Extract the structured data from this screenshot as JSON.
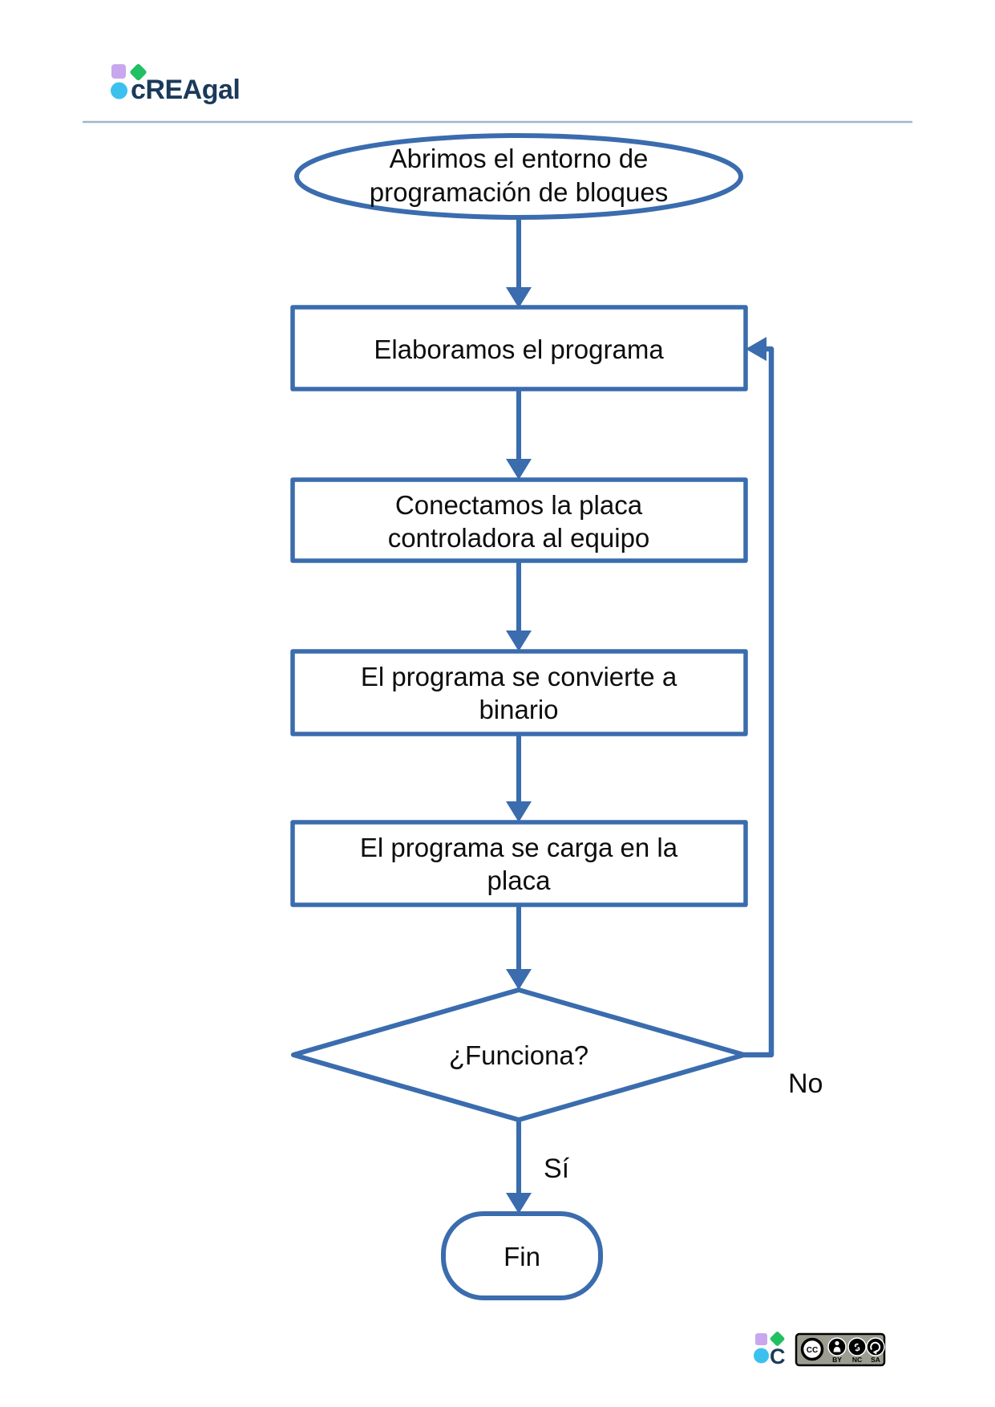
{
  "header": {
    "brand": "cREAgal"
  },
  "palette": {
    "accent_blue": "#3a6cae",
    "rule_blue_gray": "#a3b4ca",
    "logo_lavender": "#c9a7ee",
    "logo_green": "#21c063",
    "logo_cyan": "#3cc1ef",
    "logo_navy": "#1b3a5a",
    "badge_gray": "#9c9c90",
    "text_black": "#0d0d0d"
  },
  "flowchart": {
    "start": {
      "line1": "Abrimos el entorno de",
      "line2": "programación de bloques"
    },
    "step1": {
      "line1": "Elaboramos el programa"
    },
    "step2": {
      "line1": "Conectamos la placa",
      "line2": "controladora al equipo"
    },
    "step3": {
      "line1": "El programa se convierte a",
      "line2": "binario"
    },
    "step4": {
      "line1": "El programa se carga en la",
      "line2": "placa"
    },
    "decision": {
      "label": "¿Funciona?"
    },
    "edge_yes": "Sí",
    "edge_no": "No",
    "end": {
      "label": "Fin"
    }
  },
  "footer": {
    "brand_initial": "C",
    "license": {
      "cc": "CC",
      "by": "BY",
      "nc": "NC",
      "sa": "SA"
    }
  }
}
